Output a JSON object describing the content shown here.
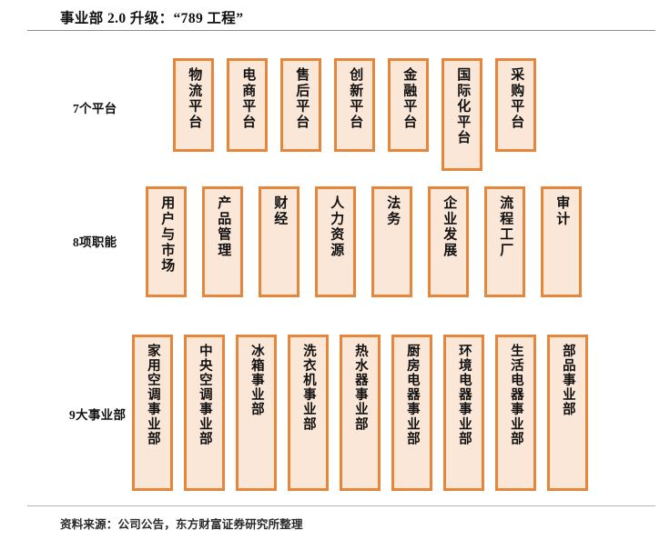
{
  "header": {
    "title": "事业部 2.0 升级：“789 工程”"
  },
  "footer": {
    "source": "资料来源：公司公告，东方财富证券研究所整理"
  },
  "colors": {
    "box_border": "#e4873c",
    "box_fill": "#fbe7d8",
    "text": "#111111",
    "rule": "#8d8d8d",
    "background": "#ffffff"
  },
  "chart_data": {
    "type": "diagram",
    "title": "事业部 2.0 升级：“789 工程”",
    "rows": [
      {
        "label": "7个平台",
        "count": 7,
        "items": [
          "物流平台",
          "电商平台",
          "售后平台",
          "创新平台",
          "金融平台",
          "国际化平台",
          "采购平台"
        ]
      },
      {
        "label": "8项职能",
        "count": 8,
        "items": [
          "用户与市场",
          "产品管理",
          "财经",
          "人力资源",
          "法务",
          "企业发展",
          "流程工厂",
          "审计"
        ]
      },
      {
        "label": "9大事业部",
        "count": 9,
        "items": [
          "家用空调事业部",
          "中央空调事业部",
          "冰箱事业部",
          "洗衣机事业部",
          "热水器事业部",
          "厨房电器事业部",
          "环境电器事业部",
          "生活电器事业部",
          "部品事业部"
        ]
      }
    ]
  }
}
